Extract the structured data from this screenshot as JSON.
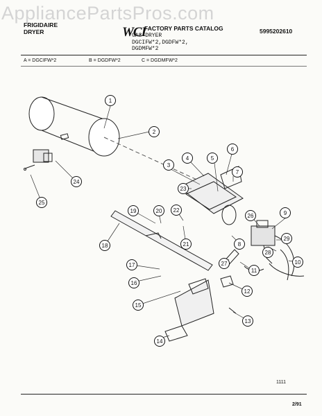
{
  "watermark": "AppliancePartsPros.com",
  "header": {
    "brand_line1": "FRIGIDAIRE",
    "brand_line2": "DRYER",
    "logo": "WCI",
    "catalog_title": "FACTORY PARTS CATALOG",
    "product": "GAS  DRYER",
    "models_line1": "DGCIFW*2,DGDFW*2,",
    "models_line2": "DGDMFW*2",
    "part_number": "5995202610"
  },
  "legend": {
    "a": "A = DGCIFW*2",
    "b": "B = DGDFW*2",
    "c": "C = DGDMFW*2"
  },
  "callouts": [
    "1",
    "2",
    "3",
    "4",
    "5",
    "6",
    "7",
    "8",
    "9",
    "10",
    "11",
    "12",
    "13",
    "14",
    "15",
    "16",
    "17",
    "18",
    "19",
    "20",
    "21",
    "22",
    "23",
    "24",
    "25",
    "26",
    "27",
    "28",
    "29"
  ],
  "footer": {
    "page_code": "1111",
    "date": "2/91"
  }
}
